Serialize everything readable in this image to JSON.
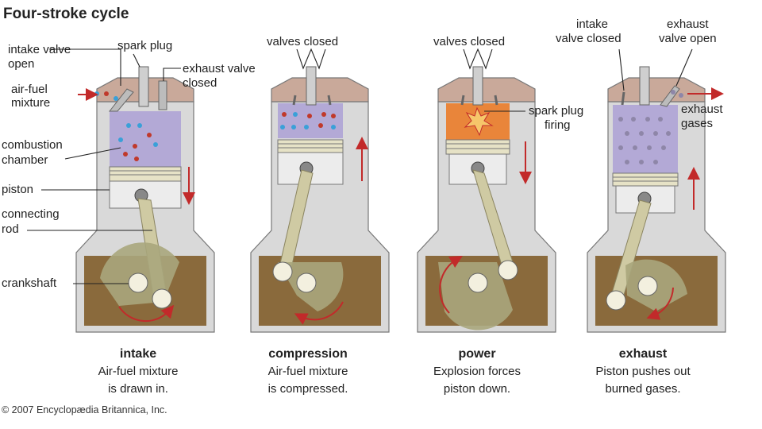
{
  "title": "Four-stroke cycle",
  "labels": {
    "intake_valve_open": [
      "intake valve",
      "open"
    ],
    "spark_plug": "spark plug",
    "exhaust_valve_closed": [
      "exhaust valve",
      "closed"
    ],
    "air_fuel_mixture": [
      "air-fuel",
      "mixture"
    ],
    "combustion_chamber": [
      "combustion",
      "chamber"
    ],
    "piston": "piston",
    "connecting_rod": [
      "connecting",
      "rod"
    ],
    "crankshaft": "crankshaft",
    "valves_closed_compression": "valves closed",
    "valves_closed_power": "valves closed",
    "spark_plug_firing": [
      "spark plug",
      "firing"
    ],
    "intake_valve_closed": [
      "intake",
      "valve closed"
    ],
    "exhaust_valve_open": [
      "exhaust",
      "valve open"
    ],
    "exhaust_gases": [
      "exhaust",
      "gases"
    ]
  },
  "strokes": [
    {
      "name": "intake",
      "desc": [
        "Air-fuel mixture",
        "is drawn in."
      ],
      "piston_direction": "down"
    },
    {
      "name": "compression",
      "desc": [
        "Air-fuel mixture",
        "is compressed."
      ],
      "piston_direction": "up"
    },
    {
      "name": "power",
      "desc": [
        "Explosion forces",
        "piston down."
      ],
      "piston_direction": "down"
    },
    {
      "name": "exhaust",
      "desc": [
        "Piston pushes out",
        "burned gases."
      ],
      "piston_direction": "up"
    }
  ],
  "colors": {
    "cylinder_wall": "#d9d9d9",
    "cylinder_head": "#c9a99a",
    "chamber_gas": "#b3a9d6",
    "combustion": "#e9853a",
    "crankcase": "#8a6a3c",
    "rod": "#cfcaa3",
    "red_arrow": "#c22a2a",
    "fuel_dot_red": "#c0392b",
    "air_dot_blue": "#3aa0d8",
    "exhaust_dot": "#8e86a8"
  },
  "copyright": "© 2007 Encyclopædia Britannica, Inc."
}
